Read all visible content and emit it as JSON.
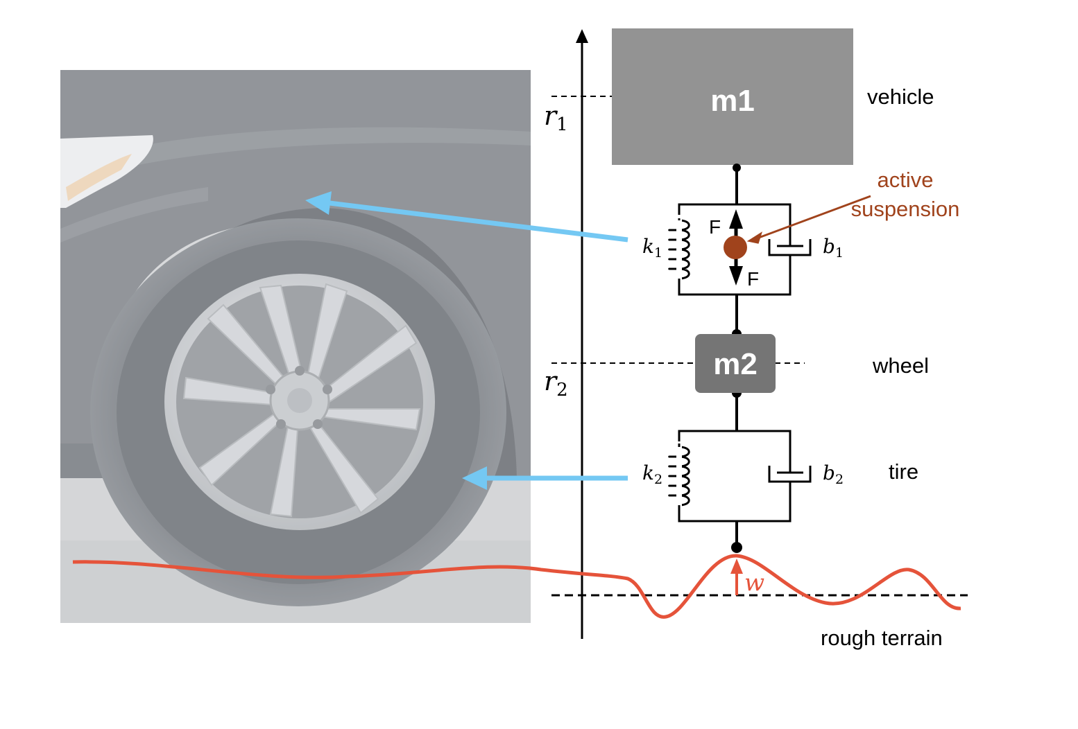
{
  "masses": {
    "m1": "m1",
    "m2": "m2"
  },
  "regions": {
    "vehicle": "vehicle",
    "wheel": "wheel",
    "tire": "tire",
    "terrain": "rough terrain"
  },
  "suspension": {
    "label_line1": "active",
    "label_line2": "suspension",
    "force_up": "F",
    "force_down": "F"
  },
  "symbols": {
    "k1": "k",
    "k1_sub": "1",
    "b1": "b",
    "b1_sub": "1",
    "k2": "k",
    "k2_sub": "2",
    "b2": "b",
    "b2_sub": "2",
    "r1": "r",
    "r1_sub": "1",
    "r2": "r",
    "r2_sub": "2",
    "w": "w"
  },
  "colors": {
    "mass1": "#939393",
    "mass2": "#757575",
    "suspension_accent": "#a0431c",
    "terrain": "#e5533a",
    "pointer_arrow": "#74c8f3",
    "photo_panel": "#8f9296"
  },
  "icons": {
    "photo": "car-wheel-photo"
  }
}
